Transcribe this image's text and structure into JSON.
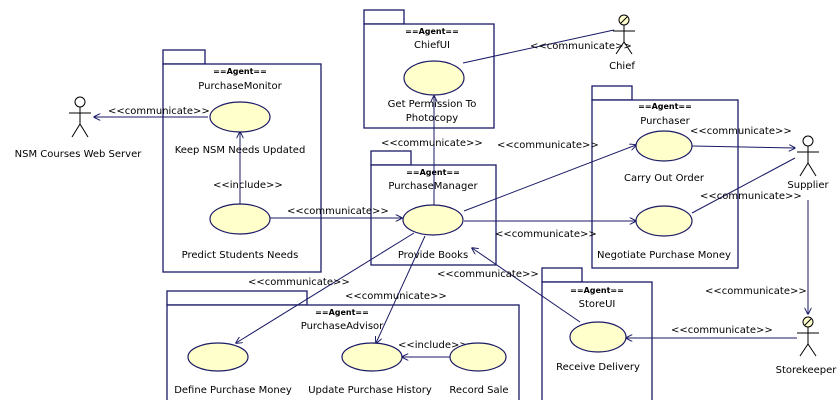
{
  "packages": {
    "chiefui": {
      "stereotype": "==Agent==",
      "name": "ChiefUI"
    },
    "purchasemonitor": {
      "stereotype": "==Agent==",
      "name": "PurchaseMonitor"
    },
    "purchasemanager": {
      "stereotype": "==Agent==",
      "name": "PurchaseManager"
    },
    "purchaser": {
      "stereotype": "==Agent==",
      "name": "Purchaser"
    },
    "storeui": {
      "stereotype": "==Agent==",
      "name": "StoreUI"
    },
    "purchaseadvisor": {
      "stereotype": "==Agent==",
      "name": "PurchaseAdvisor"
    }
  },
  "usecases": {
    "get_permission": "Get Permission To Photocopy",
    "keep_nsm": "Keep NSM Needs Updated",
    "predict": "Predict Students Needs",
    "provide_books": "Provide Books",
    "carry_out": "Carry Out Order",
    "negotiate": "Negotiate Purchase Money",
    "receive_delivery": "Receive Delivery",
    "define_money": "Define Purchase Money",
    "update_history": "Update Purchase History",
    "record_sale": "Record Sale"
  },
  "actors": {
    "chief": "Chief",
    "nsm": "NSM Courses Web Server",
    "supplier": "Supplier",
    "storekeeper": "Storekeeper"
  },
  "relations": {
    "communicate": "<<communicate>>",
    "include": "<<include>>"
  }
}
